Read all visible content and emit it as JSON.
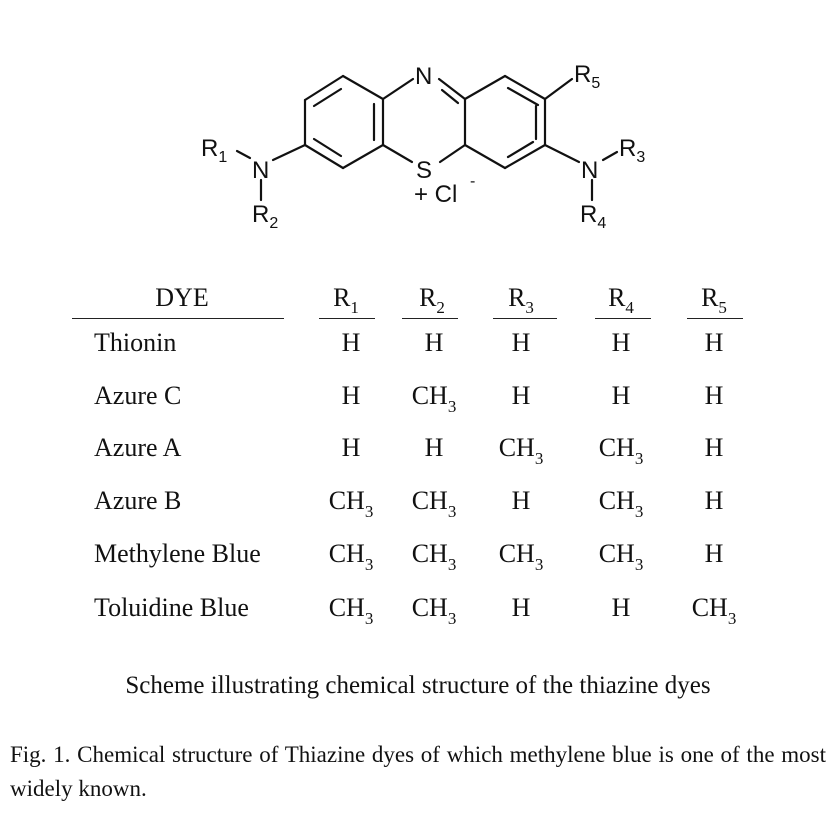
{
  "structure": {
    "atoms": {
      "N_ring": "N",
      "S_ring": "S",
      "counter_ion": "+ Cl",
      "charge": "-",
      "N_left": "N",
      "N_right": "N"
    },
    "substituents": {
      "R1": {
        "letter": "R",
        "num": "1"
      },
      "R2": {
        "letter": "R",
        "num": "2"
      },
      "R3": {
        "letter": "R",
        "num": "3"
      },
      "R4": {
        "letter": "R",
        "num": "4"
      },
      "R5": {
        "letter": "R",
        "num": "5"
      }
    }
  },
  "table": {
    "headers": [
      {
        "label": "DYE"
      },
      {
        "letter": "R",
        "num": "1"
      },
      {
        "letter": "R",
        "num": "2"
      },
      {
        "letter": "R",
        "num": "3"
      },
      {
        "letter": "R",
        "num": "4"
      },
      {
        "letter": "R",
        "num": "5"
      }
    ],
    "rows": [
      {
        "name": "Thionin",
        "r": [
          {
            "base": "H",
            "sub": ""
          },
          {
            "base": "H",
            "sub": ""
          },
          {
            "base": "H",
            "sub": ""
          },
          {
            "base": "H",
            "sub": ""
          },
          {
            "base": "H",
            "sub": ""
          }
        ]
      },
      {
        "name": "Azure C",
        "r": [
          {
            "base": "H",
            "sub": ""
          },
          {
            "base": "CH",
            "sub": "3"
          },
          {
            "base": "H",
            "sub": ""
          },
          {
            "base": "H",
            "sub": ""
          },
          {
            "base": "H",
            "sub": ""
          }
        ]
      },
      {
        "name": "Azure A",
        "r": [
          {
            "base": "H",
            "sub": ""
          },
          {
            "base": "H",
            "sub": ""
          },
          {
            "base": "CH",
            "sub": "3"
          },
          {
            "base": "CH",
            "sub": "3"
          },
          {
            "base": "H",
            "sub": ""
          }
        ]
      },
      {
        "name": "Azure B",
        "r": [
          {
            "base": "CH",
            "sub": "3"
          },
          {
            "base": "CH",
            "sub": "3"
          },
          {
            "base": "H",
            "sub": ""
          },
          {
            "base": "CH",
            "sub": "3"
          },
          {
            "base": "H",
            "sub": ""
          }
        ]
      },
      {
        "name": "Methylene Blue",
        "r": [
          {
            "base": "CH",
            "sub": "3"
          },
          {
            "base": "CH",
            "sub": "3"
          },
          {
            "base": "CH",
            "sub": "3"
          },
          {
            "base": "CH",
            "sub": "3"
          },
          {
            "base": "H",
            "sub": ""
          }
        ]
      },
      {
        "name": "Toluidine Blue",
        "r": [
          {
            "base": "CH",
            "sub": "3"
          },
          {
            "base": "CH",
            "sub": "3"
          },
          {
            "base": "H",
            "sub": ""
          },
          {
            "base": "H",
            "sub": ""
          },
          {
            "base": "CH",
            "sub": "3"
          }
        ]
      }
    ]
  },
  "scheme_caption": "Scheme illustrating chemical structure of the thiazine dyes",
  "figure_caption": "Fig. 1. Chemical structure of Thiazine dyes of which methylene blue is one of the most widely known."
}
